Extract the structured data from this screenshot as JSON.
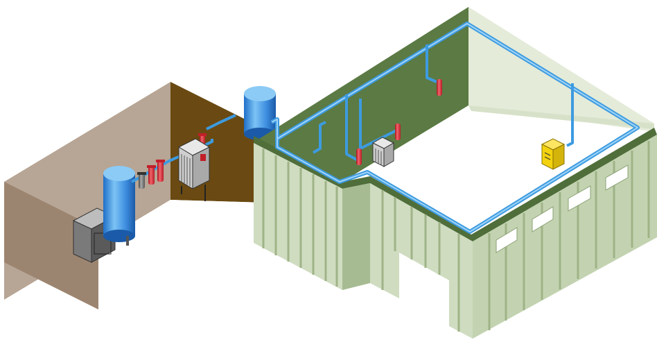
{
  "diagram": {
    "type": "isometric compressed air installation",
    "labels": []
  },
  "colors": {
    "background": "#ffffff",
    "compressor_room_wall_light": "#a08a74",
    "compressor_room_wall_top": "#b7a595",
    "compressor_room_wall_dark": "#6a4a12",
    "factory_wall": "#cfdcc0",
    "factory_wall_shadow": "#b6c7a4",
    "factory_wall_trim": "#5f7d48",
    "factory_inner_wall": "#5b7a44",
    "factory_inner_wall_light": "#e4ebd9",
    "air_pipe": "#3d9be0",
    "air_pipe_highlight": "#9fd4f7",
    "receiver_tank": "#3e8ee0",
    "filter_red": "#e2333e",
    "dryer": "#d9d9d9",
    "point_of_use_unit": "#f3d20f"
  },
  "components": [
    {
      "id": "air-compressor",
      "icon": "compressor-icon"
    },
    {
      "id": "receiver-tank-1",
      "icon": "tank-icon"
    },
    {
      "id": "filter-grey",
      "icon": "filter-icon"
    },
    {
      "id": "filter-red-1",
      "icon": "filter-icon"
    },
    {
      "id": "filter-red-2",
      "icon": "filter-icon"
    },
    {
      "id": "refrigerated-dryer",
      "icon": "dryer-icon"
    },
    {
      "id": "receiver-tank-2",
      "icon": "tank-icon"
    },
    {
      "id": "drop-filter-1",
      "icon": "filter-icon"
    },
    {
      "id": "drop-filter-2",
      "icon": "filter-icon"
    },
    {
      "id": "point-of-use-dryer",
      "icon": "dryer-icon"
    },
    {
      "id": "drop-filter-3",
      "icon": "filter-icon"
    },
    {
      "id": "yellow-unit",
      "icon": "yellow-box-icon"
    }
  ]
}
